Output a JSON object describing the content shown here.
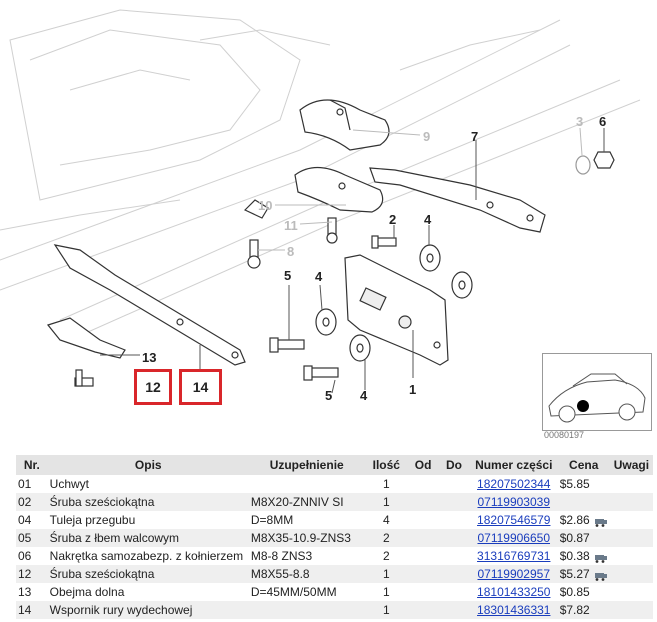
{
  "diagram": {
    "callouts": [
      "1",
      "2",
      "4",
      "5",
      "6",
      "7",
      "8",
      "9",
      "10",
      "11",
      "12",
      "13",
      "14",
      "3"
    ],
    "highlighted": [
      "12",
      "14"
    ],
    "inset_code": "00080197"
  },
  "table": {
    "headers": {
      "nr": "Nr.",
      "opis": "Opis",
      "uzup": "Uzupełnienie",
      "ilosc": "Ilość",
      "od": "Od",
      "do": "Do",
      "numer": "Numer części",
      "cena": "Cena",
      "uwagi": "Uwagi"
    },
    "rows": [
      {
        "nr": "01",
        "opis": "Uchwyt",
        "uzup": "",
        "ilosc": "1",
        "numer": "18207502344",
        "link": true,
        "cena": "$5.85",
        "cart": false
      },
      {
        "nr": "02",
        "opis": "Śruba sześciokątna",
        "uzup": "M8X20-ZNNIV SI",
        "ilosc": "1",
        "numer": "07119903039",
        "link": true,
        "cena": "",
        "cart": false
      },
      {
        "nr": "04",
        "opis": "Tuleja przegubu",
        "uzup": "D=8MM",
        "ilosc": "4",
        "numer": "18207546579",
        "link": true,
        "cena": "$2.86",
        "cart": true
      },
      {
        "nr": "05",
        "opis": "Śruba z łbem walcowym",
        "uzup": "M8X35-10.9-ZNS3",
        "ilosc": "2",
        "numer": "07119906650",
        "link": true,
        "cena": "$0.87",
        "cart": false
      },
      {
        "nr": "06",
        "opis": "Nakrętka samozabezp. z kołnierzem",
        "uzup": "M8-8 ZNS3",
        "ilosc": "2",
        "numer": "31316769731",
        "link": true,
        "cena": "$0.38",
        "cart": true
      },
      {
        "nr": "12",
        "opis": "Śruba sześciokątna",
        "uzup": "M8X55-8.8",
        "ilosc": "1",
        "numer": "07119902957",
        "link": true,
        "cena": "$5.27",
        "cart": true
      },
      {
        "nr": "13",
        "opis": "Obejma dolna",
        "uzup": "D=45MM/50MM",
        "ilosc": "1",
        "numer": "18101433250",
        "link": true,
        "cena": "$0.85",
        "cart": false
      },
      {
        "nr": "14",
        "opis": "Wspornik rury wydechowej",
        "uzup": "",
        "ilosc": "1",
        "numer": "18301436331",
        "link": true,
        "cena": "$7.82",
        "cart": false
      }
    ]
  }
}
